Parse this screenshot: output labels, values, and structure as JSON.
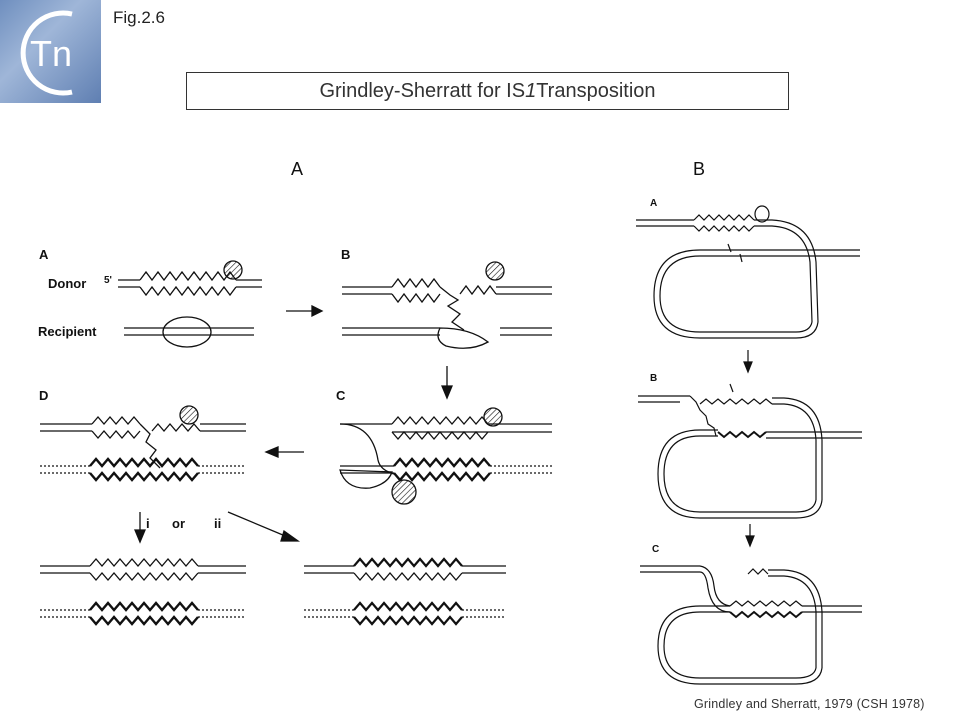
{
  "header": {
    "fig_label": "Fig.2.6",
    "logo_text": "Tn",
    "title_prefix": "Grindley-Sherratt for IS",
    "title_italic": "1",
    "title_suffix": " Transposition"
  },
  "panels": {
    "left_label": "A",
    "right_label": "B"
  },
  "left_diagram": {
    "step_a": "A",
    "step_b": "B",
    "step_c": "C",
    "step_d": "D",
    "donor": "Donor",
    "five_prime": "5'",
    "recipient": "Recipient",
    "route_i": "i",
    "route_or": "or",
    "route_ii": "ii"
  },
  "right_diagram": {
    "step_a": "A",
    "step_b": "B",
    "step_c": "C"
  },
  "footer": {
    "credit": "Grindley and Sherratt, 1979  (CSH 1978)"
  }
}
